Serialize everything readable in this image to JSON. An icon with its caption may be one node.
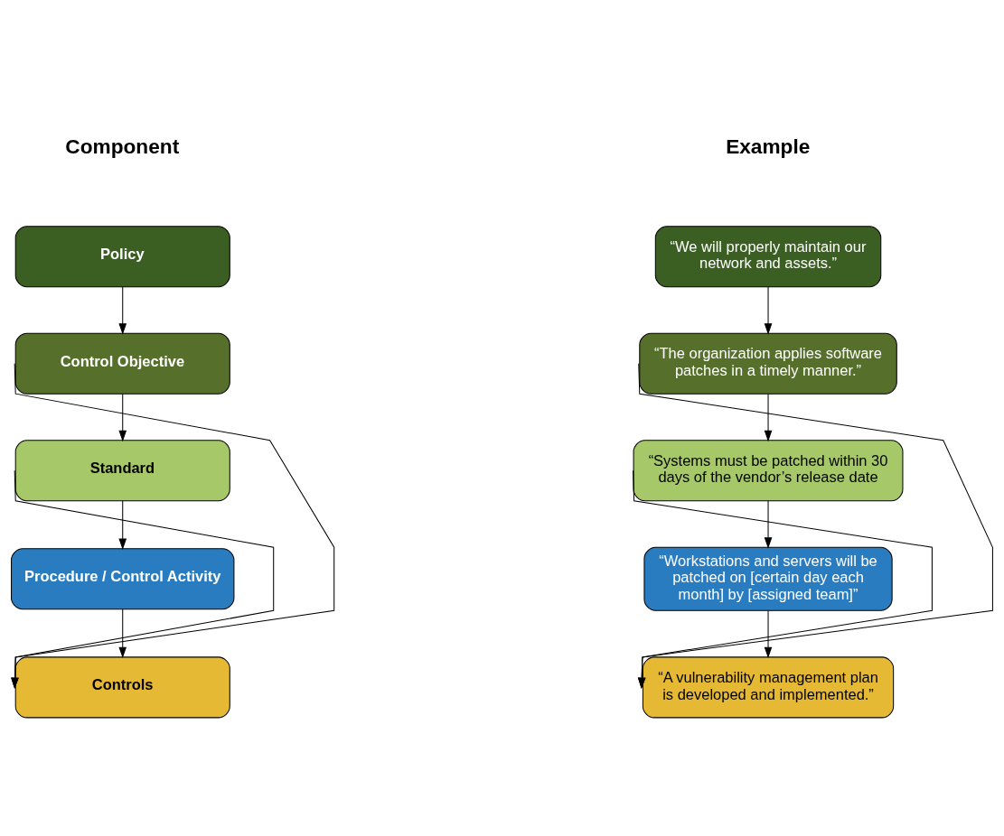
{
  "diagram": {
    "nodes": [
      {
        "text": [
          "Policy"
        ]
      },
      {
        "text": [
          "Control Objective"
        ]
      },
      {
        "text": [
          "Standard"
        ]
      },
      {
        "text": [
          "Procedure / Control Activity"
        ]
      },
      {
        "text": [
          "Controls"
        ]
      },
      {
        "text": [
          "“We will properly maintain our network and assets.”"
        ]
      },
      {
        "text": [
          "“The organization applies software patches in a timely manner.”"
        ]
      },
      {
        "text": [
          "“Systems must be patched within 30 days of the vendor’s release date"
        ]
      },
      {
        "text": [
          "“Workstations and servers will be patched on [certain day each month] by [assigned team]”"
        ]
      },
      {
        "text": [
          "“A vulnerability management plan is developed and implemented.”"
        ]
      }
    ],
    "edges": [
      {
        "from": 0,
        "to": 1,
        "arrow": "to"
      },
      {
        "from": 1,
        "to": 2,
        "arrow": "to"
      },
      {
        "from": 2,
        "to": 3,
        "arrow": "to"
      },
      {
        "from": 3,
        "to": 4,
        "arrow": "to"
      },
      {
        "from": 1,
        "to": 4,
        "arrow": "to"
      },
      {
        "from": 2,
        "to": 4,
        "arrow": "to"
      },
      {
        "from": 5,
        "to": 6,
        "arrow": "to"
      },
      {
        "from": 6,
        "to": 7,
        "arrow": "to"
      },
      {
        "from": 7,
        "to": 8,
        "arrow": "to"
      },
      {
        "from": 8,
        "to": 9,
        "arrow": "to"
      },
      {
        "from": 6,
        "to": 9,
        "arrow": "to"
      },
      {
        "from": 7,
        "to": 9,
        "arrow": "to"
      }
    ],
    "labels": [
      "Component",
      "Example"
    ]
  }
}
